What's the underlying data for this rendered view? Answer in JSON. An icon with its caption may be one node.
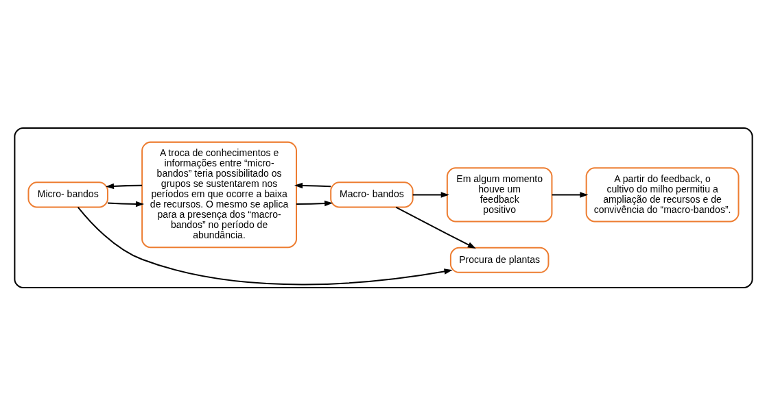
{
  "diagram": {
    "nodes": [
      {
        "text": [],
        "shape": "box"
      },
      {
        "text": [
          "Micro- bandos"
        ],
        "in": 0
      },
      {
        "text": [
          "Procura de plantas"
        ],
        "in": 0
      },
      {
        "text": [
          "A troca de conhecimentos e informações entre “micro- bandos” teria possibilitado os grupos se sustentarem nos períodos em que ocorre a baixa de recursos. O mesmo se aplica para a presença dos “macro-bandos” no período de abundância."
        ],
        "in": 0
      },
      {
        "text": [
          "Macro- bandos"
        ],
        "in": 0
      },
      {
        "text": [
          "Em algum momento houve um feedback positivo"
        ],
        "in": 0
      },
      {
        "text": [
          "A partir do feedback, o cultivo do milho permitiu a ampliação de recursos e de convivência do “macro-bandos”."
        ],
        "in": 0
      }
    ],
    "edges": [
      {
        "from": 1,
        "to": 2,
        "arrow": "to"
      },
      {
        "from": 1,
        "to": 3,
        "arrow": "to"
      },
      {
        "from": 3,
        "to": 1,
        "arrow": "to"
      },
      {
        "from": 4,
        "to": 2,
        "arrow": "to"
      },
      {
        "from": 4,
        "to": 3,
        "arrow": "to"
      },
      {
        "from": 3,
        "to": 4,
        "arrow": "to"
      },
      {
        "from": 4,
        "to": 5,
        "arrow": "to"
      },
      {
        "from": 5,
        "to": 6,
        "arrow": "to"
      }
    ]
  }
}
